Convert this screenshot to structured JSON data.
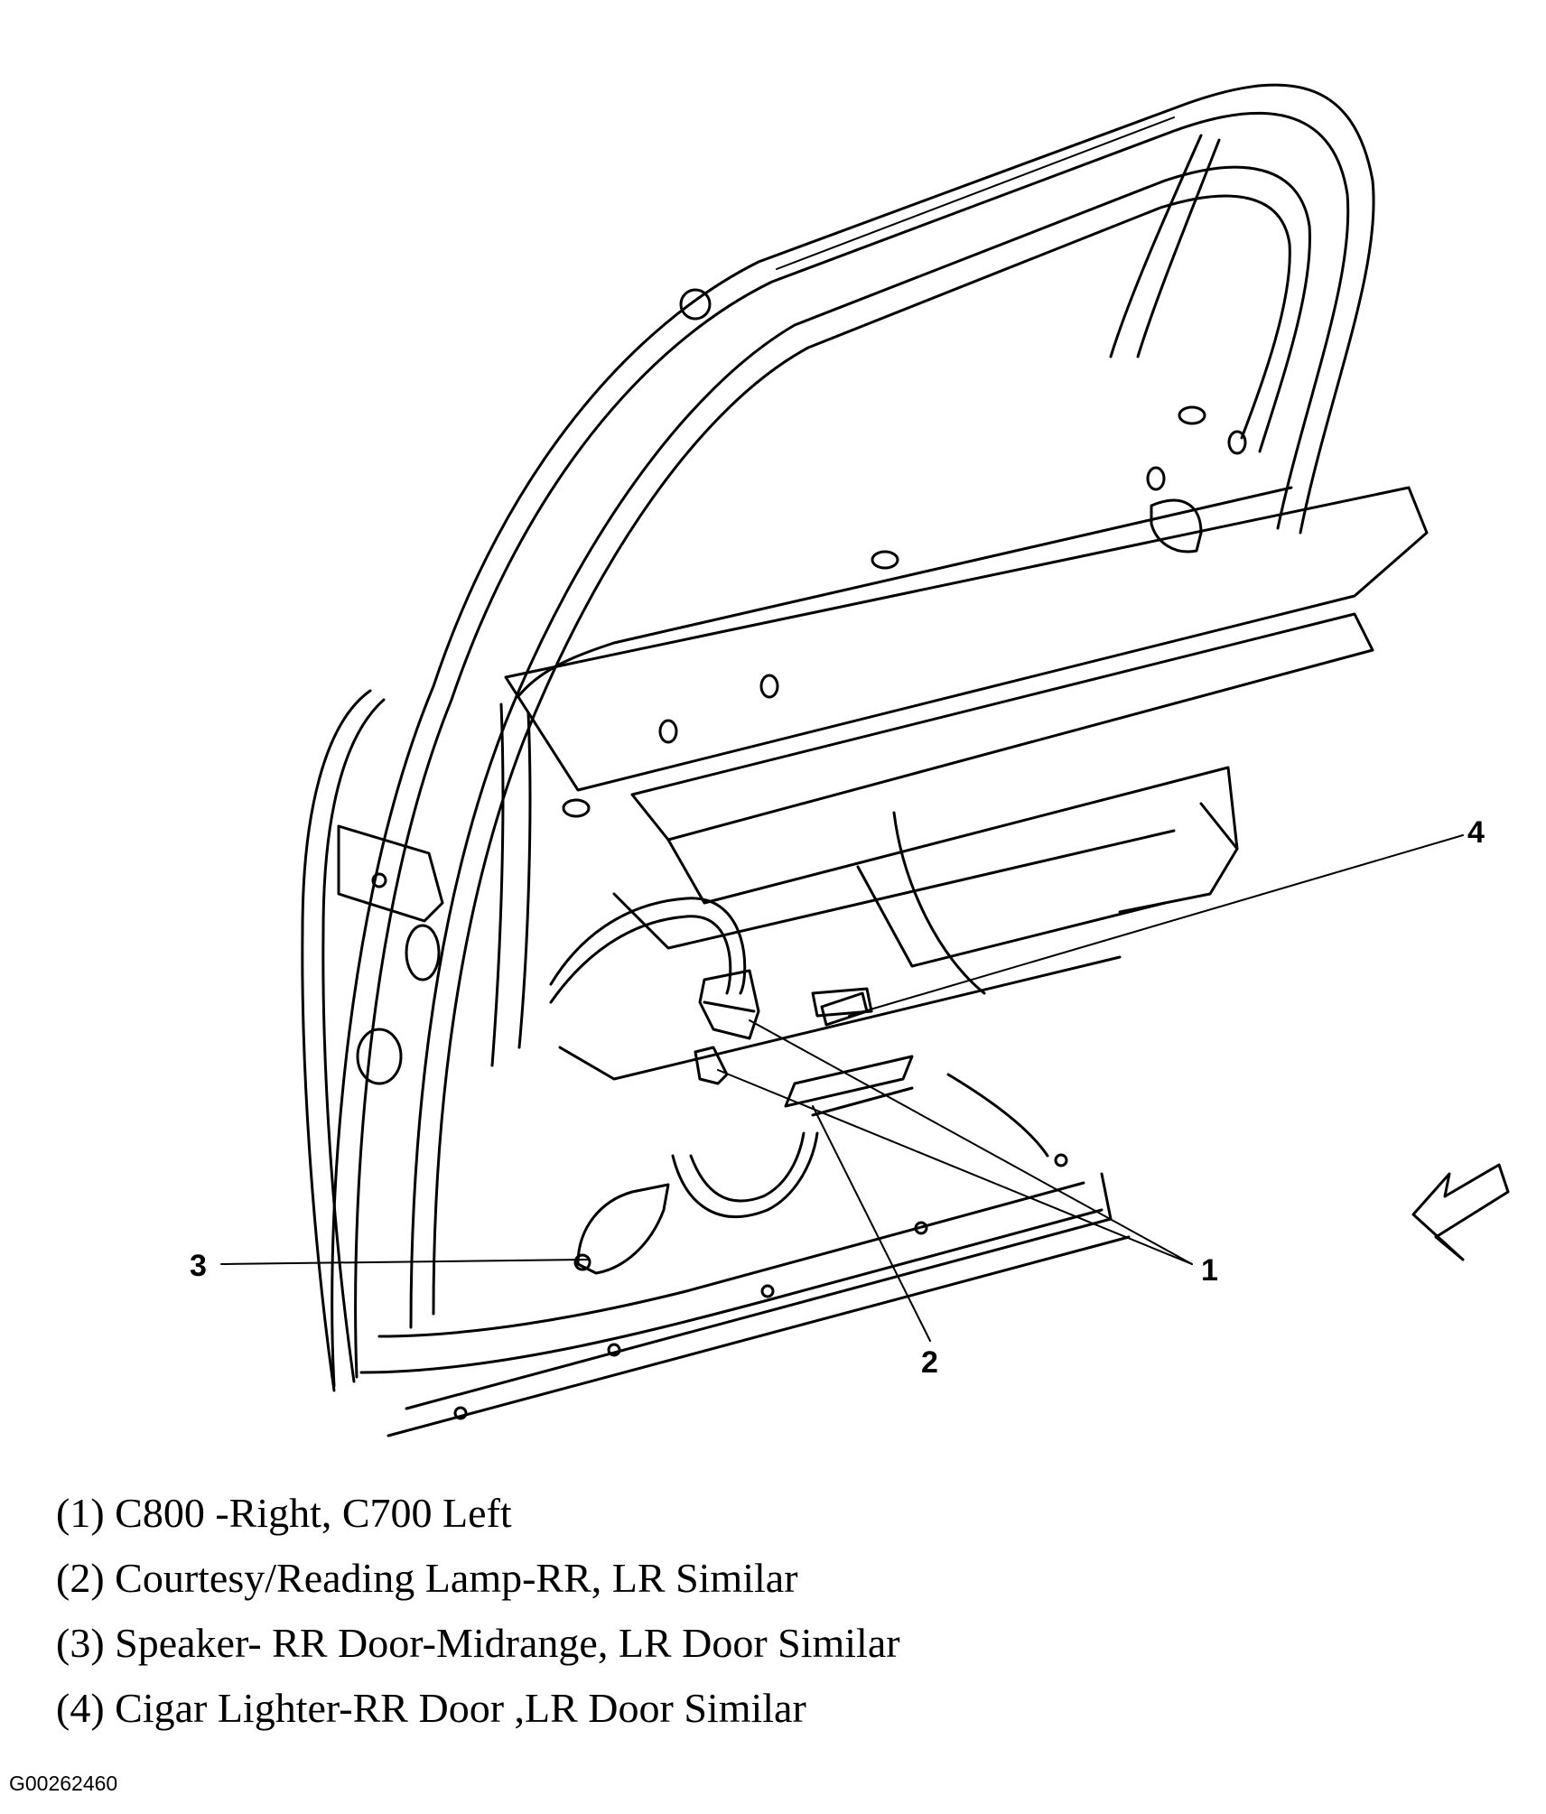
{
  "diagram": {
    "callouts": [
      {
        "id": "1",
        "label": "1"
      },
      {
        "id": "2",
        "label": "2"
      },
      {
        "id": "3",
        "label": "3"
      },
      {
        "id": "4",
        "label": "4"
      }
    ],
    "legend": [
      "(1) C800 -Right, C700 Left",
      "(2) Courtesy/Reading Lamp-RR, LR Similar",
      "(3) Speaker- RR Door-Midrange, LR Door Similar",
      "(4) Cigar Lighter-RR Door ,LR Door Similar"
    ],
    "figure_id": "G00262460"
  }
}
